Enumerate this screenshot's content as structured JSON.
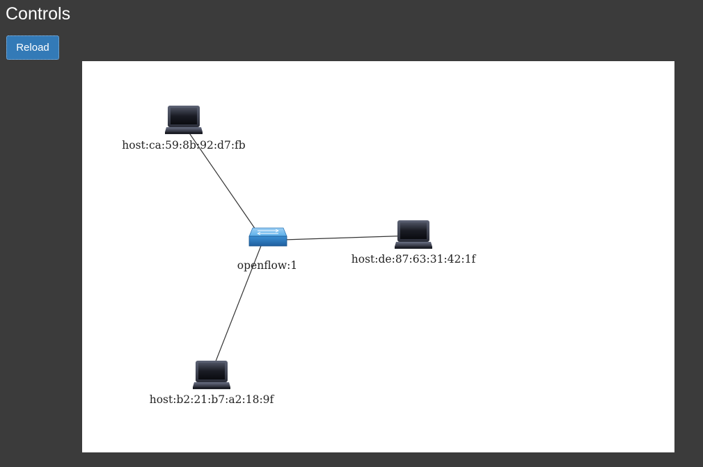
{
  "header": {
    "title": "Controls"
  },
  "controls": {
    "reload_label": "Reload"
  },
  "topology": {
    "nodes": [
      {
        "id": "host1",
        "type": "host",
        "label": "host:ca:59:8b:92:d7:fb"
      },
      {
        "id": "switch1",
        "type": "switch",
        "label": "openflow:1"
      },
      {
        "id": "host2",
        "type": "host",
        "label": "host:de:87:63:31:42:1f"
      },
      {
        "id": "host3",
        "type": "host",
        "label": "host:b2:21:b7:a2:18:9f"
      }
    ],
    "links": [
      {
        "source": "host1",
        "target": "switch1"
      },
      {
        "source": "switch1",
        "target": "host2"
      },
      {
        "source": "switch1",
        "target": "host3"
      }
    ]
  },
  "colors": {
    "background": "#3b3b3b",
    "button": "#337ab7",
    "switch": "#3b8fd4",
    "host": "#2c2f3a",
    "link": "#333333"
  }
}
